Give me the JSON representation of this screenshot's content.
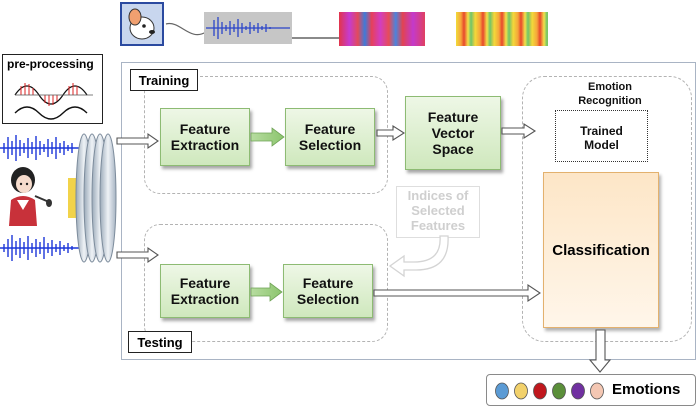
{
  "preprocessing": {
    "label": "pre-processing"
  },
  "training": {
    "label": "Training",
    "feature_extraction": "Feature\nExtraction",
    "feature_selection": "Feature\nSelection",
    "feature_vector_space": "Feature\nVector\nSpace"
  },
  "testing": {
    "label": "Testing",
    "feature_extraction": "Feature\nExtraction",
    "feature_selection": "Feature\nSelection"
  },
  "indices": "Indices of\nSelected\nFeatures",
  "recognition": {
    "title": "Emotion\nRecognition",
    "trained_model": "Trained\nModel",
    "classification": "Classification"
  },
  "emotions": {
    "label": "Emotions",
    "colors": [
      "#5b9bd5",
      "#f2d16b",
      "#c0171d",
      "#5b8f3a",
      "#7030a0",
      "#f4c7b3"
    ]
  }
}
